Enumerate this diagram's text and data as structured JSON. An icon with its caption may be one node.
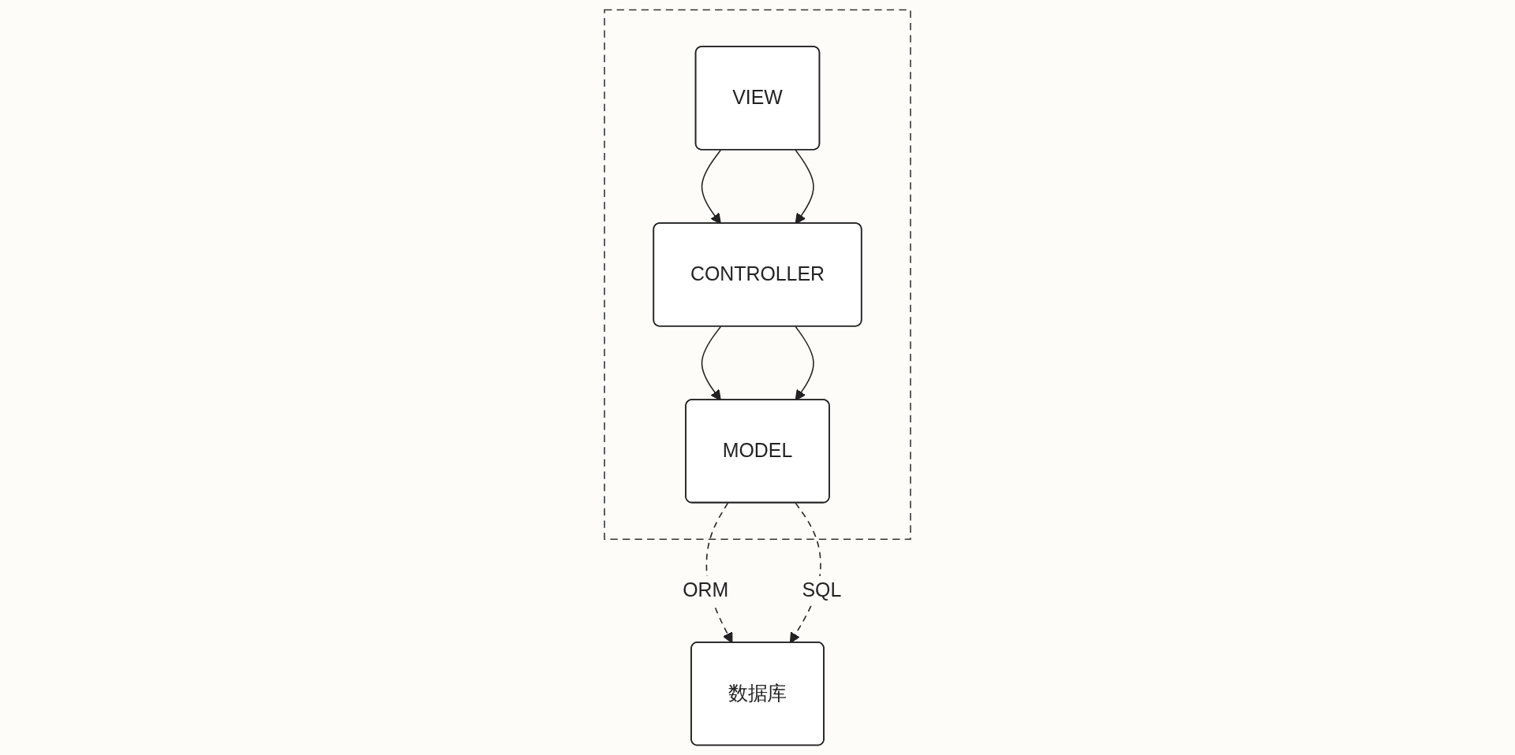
{
  "diagram": {
    "nodes": [
      {
        "text": [],
        "shape": "box"
      },
      {
        "text": [
          "VIEW"
        ],
        "in": 0
      },
      {
        "text": [
          "CONTROLLER"
        ],
        "in": 0
      },
      {
        "text": [
          "MODEL"
        ],
        "in": 0
      },
      {
        "text": [
          "数据库"
        ]
      }
    ],
    "edges": [
      {
        "from": 1,
        "to": 2,
        "arrow": "to"
      },
      {
        "from": 1,
        "to": 2,
        "arrow": "to"
      },
      {
        "from": 2,
        "to": 3,
        "arrow": "to"
      },
      {
        "from": 2,
        "to": 3,
        "arrow": "to"
      },
      {
        "from": 3,
        "to": 4,
        "arrow": "to",
        "label": "ORM",
        "style": "dashed"
      },
      {
        "from": 3,
        "to": 4,
        "arrow": "to",
        "label": "SQL",
        "style": "dashed"
      }
    ]
  }
}
